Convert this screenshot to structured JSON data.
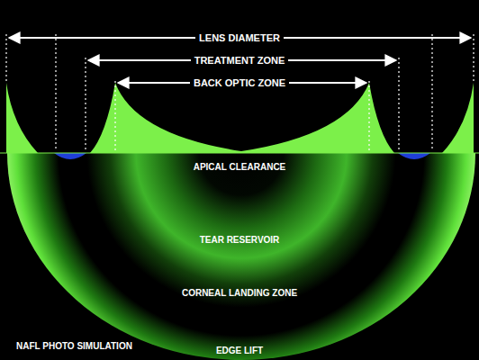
{
  "diagram": {
    "labels": [
      "LENS DIAMETER",
      "TREATMENT ZONE",
      "BACK OPTIC ZONE",
      "APICAL CLEARANCE",
      "TEAR RESERVOIR",
      "CORNEAL LANDING ZONE",
      "EDGE LIFT",
      "NAFL PHOTO SIMULATION"
    ]
  }
}
